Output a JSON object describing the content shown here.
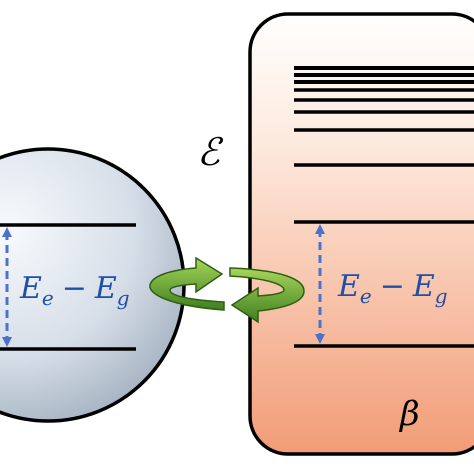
{
  "diagram": {
    "system_label": "E_e − E_g",
    "system_energy": {
      "E": "E",
      "sub_e": "e",
      "minus": "−",
      "sub_g": "g"
    },
    "bath_energy": {
      "E": "E",
      "sub_e": "e",
      "minus": "−",
      "sub_g": "g"
    },
    "environment_symbol": "ℰ",
    "temperature_symbol": "β",
    "colors": {
      "sphere_light": "#f3f7fb",
      "sphere_dark": "#9aa8b8",
      "bath_top": "#ffffff",
      "bath_bottom": "#f2a27f",
      "arrow_blue": "#4a74c9",
      "exchange_green": "#5c9a2e",
      "exchange_green_light": "#8cc43f",
      "line": "#000000"
    },
    "icons": [
      "dashed-double-arrow-icon",
      "exchange-cycle-icon"
    ]
  }
}
